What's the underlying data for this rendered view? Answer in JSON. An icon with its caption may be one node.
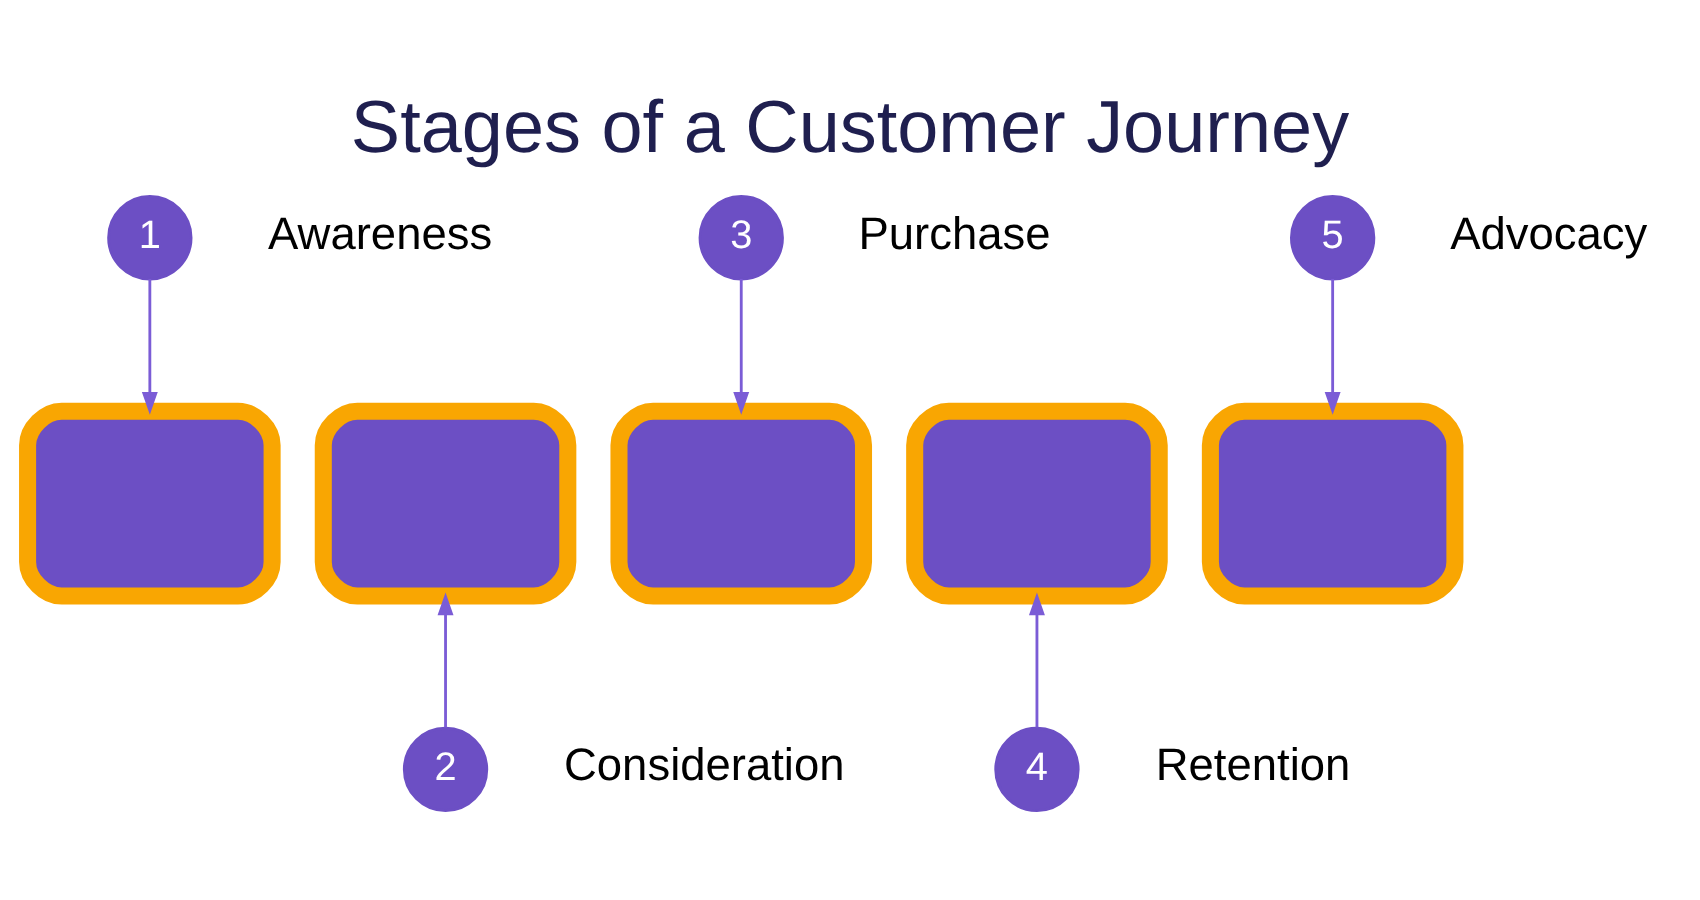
{
  "diagram": {
    "title": "Stages of a Customer Journey",
    "nodes": [
      {
        "text": [
          "1"
        ],
        "beside": [
          "Awareness"
        ]
      },
      {
        "text": [
          "2"
        ],
        "beside": [
          "Consideration"
        ]
      },
      {
        "text": [
          "3"
        ],
        "beside": [
          "Purchase"
        ]
      },
      {
        "text": [
          "4"
        ],
        "beside": [
          "Retention"
        ]
      },
      {
        "text": [
          "5"
        ],
        "beside": [
          "Advocacy"
        ]
      },
      {
        "text": [],
        "shape": "box"
      },
      {
        "text": [],
        "shape": "box"
      },
      {
        "text": [],
        "shape": "box"
      },
      {
        "text": [],
        "shape": "box"
      },
      {
        "text": [],
        "shape": "box"
      }
    ],
    "edges": [
      {
        "from": 0,
        "to": 5,
        "arrow": "to"
      },
      {
        "from": 1,
        "to": 6,
        "arrow": "to"
      },
      {
        "from": 2,
        "to": 7,
        "arrow": "to"
      },
      {
        "from": 3,
        "to": 8,
        "arrow": "to"
      },
      {
        "from": 4,
        "to": 9,
        "arrow": "to"
      }
    ]
  }
}
